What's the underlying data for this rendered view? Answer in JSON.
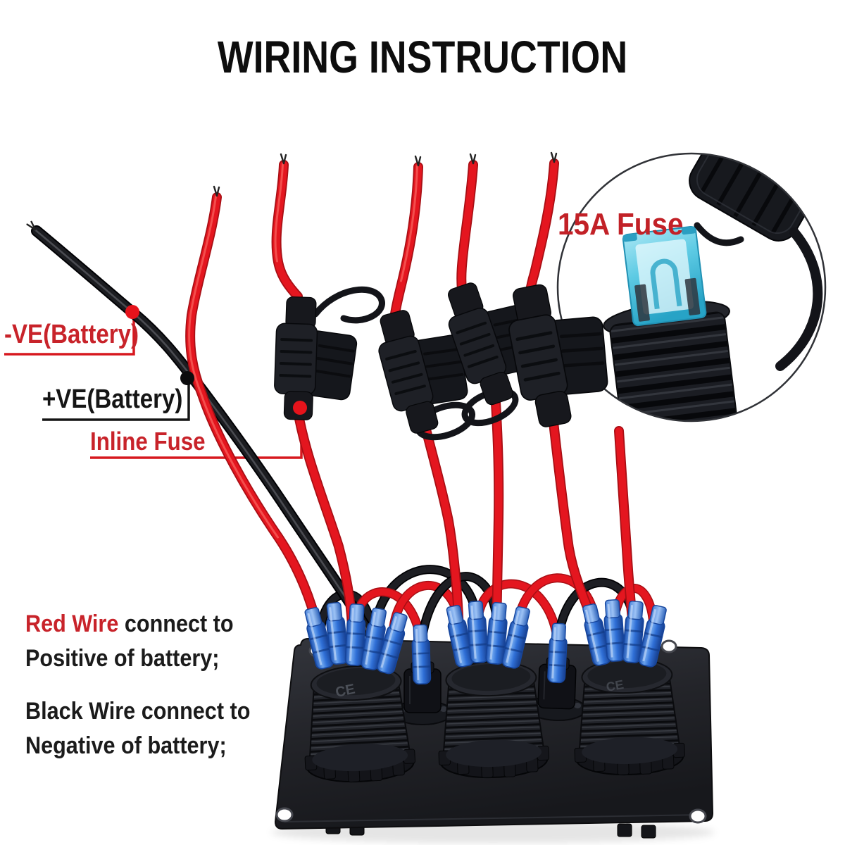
{
  "title": "WIRING INSTRUCTION",
  "annotations": {
    "negative_battery": "-VE(Battery)",
    "positive_battery": "+VE(Battery)",
    "inline_fuse": "Inline Fuse",
    "fuse_rating": "15A Fuse"
  },
  "instructions": {
    "red_line_highlight": "Red Wire",
    "red_line_rest": " connect to",
    "red_line2": "Positive of battery;",
    "black_line1": "Black Wire connect to",
    "black_line2": "Negative of battery;"
  },
  "panel": {
    "socket_marking": "CE"
  },
  "colors": {
    "wire_red": "#e4161f",
    "wire_black": "#1b1c20",
    "label_red": "#c8232a",
    "text_black": "#1b1b1b",
    "fuse_blue": "#5ecbe4",
    "terminal_blue": "#2f6fd6",
    "panel_gray": "#23252a"
  }
}
